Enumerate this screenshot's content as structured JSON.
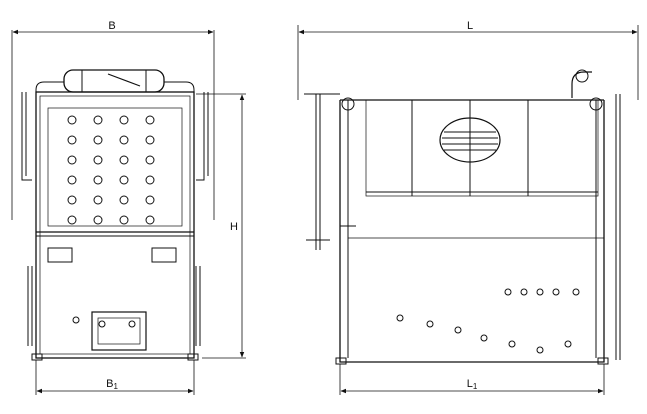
{
  "dimensions": {
    "front_width": "B",
    "base_width_main": "B",
    "base_width_sub": "1",
    "height": "H",
    "length": "L",
    "base_length_main": "L",
    "base_length_sub": "1"
  },
  "colors": {
    "line": "#111111",
    "background": "#ffffff"
  }
}
